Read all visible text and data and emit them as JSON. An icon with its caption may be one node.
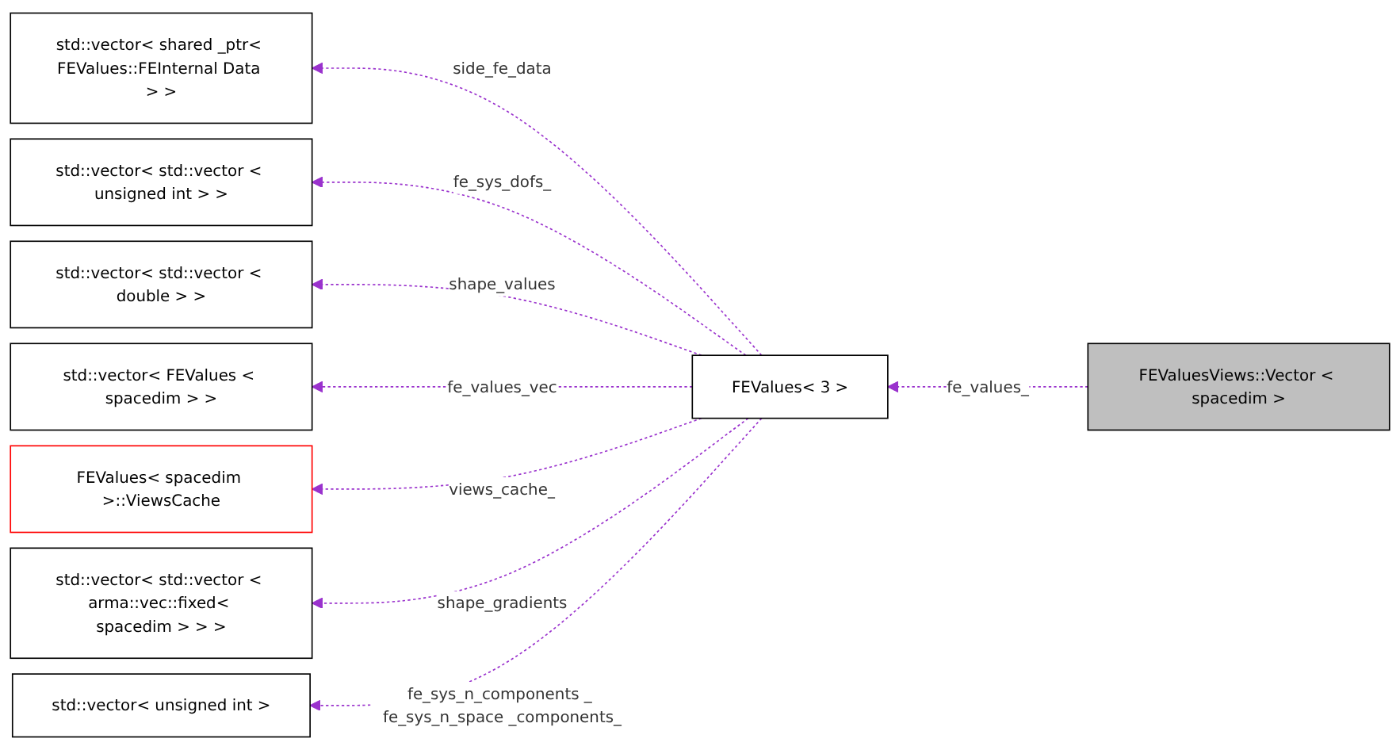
{
  "diagram": {
    "nodes": [
      {
        "text": [
          "std::vector< shared _ptr< FEValues::FEInternal Data > >"
        ]
      },
      {
        "text": [
          "std::vector< std::vector < unsigned int > >"
        ]
      },
      {
        "text": [
          "std::vector< std::vector < double > >"
        ]
      },
      {
        "text": [
          "std::vector< FEValues < spacedim > >"
        ]
      },
      {
        "text": [
          "FEValues< spacedim >::ViewsCache"
        ]
      },
      {
        "text": [
          "std::vector< std::vector < arma::vec::fixed< spacedim > > >"
        ]
      },
      {
        "text": [
          "std::vector< unsigned int >"
        ]
      },
      {
        "text": [
          "FEValues< 3 >"
        ]
      },
      {
        "text": [
          "FEValuesViews::Vector < spacedim >"
        ]
      }
    ],
    "edges": [
      {
        "from": 8,
        "to": 7,
        "arrow": "to",
        "label": "fe_values_",
        "style": "dashed"
      },
      {
        "from": 7,
        "to": 0,
        "arrow": "to",
        "label": "side_fe_data",
        "style": "dashed"
      },
      {
        "from": 7,
        "to": 1,
        "arrow": "to",
        "label": "fe_sys_dofs_",
        "style": "dashed"
      },
      {
        "from": 7,
        "to": 2,
        "arrow": "to",
        "label": "shape_values",
        "style": "dashed"
      },
      {
        "from": 7,
        "to": 3,
        "arrow": "to",
        "label": "fe_values_vec",
        "style": "dashed"
      },
      {
        "from": 7,
        "to": 4,
        "arrow": "to",
        "label": "views_cache_",
        "style": "dashed"
      },
      {
        "from": 7,
        "to": 5,
        "arrow": "to",
        "label": "shape_gradients",
        "style": "dashed"
      },
      {
        "from": 7,
        "to": 6,
        "arrow": "to",
        "label": "fe_sys_n_components _ fe_sys_n_space _components_",
        "style": "dashed"
      }
    ]
  }
}
